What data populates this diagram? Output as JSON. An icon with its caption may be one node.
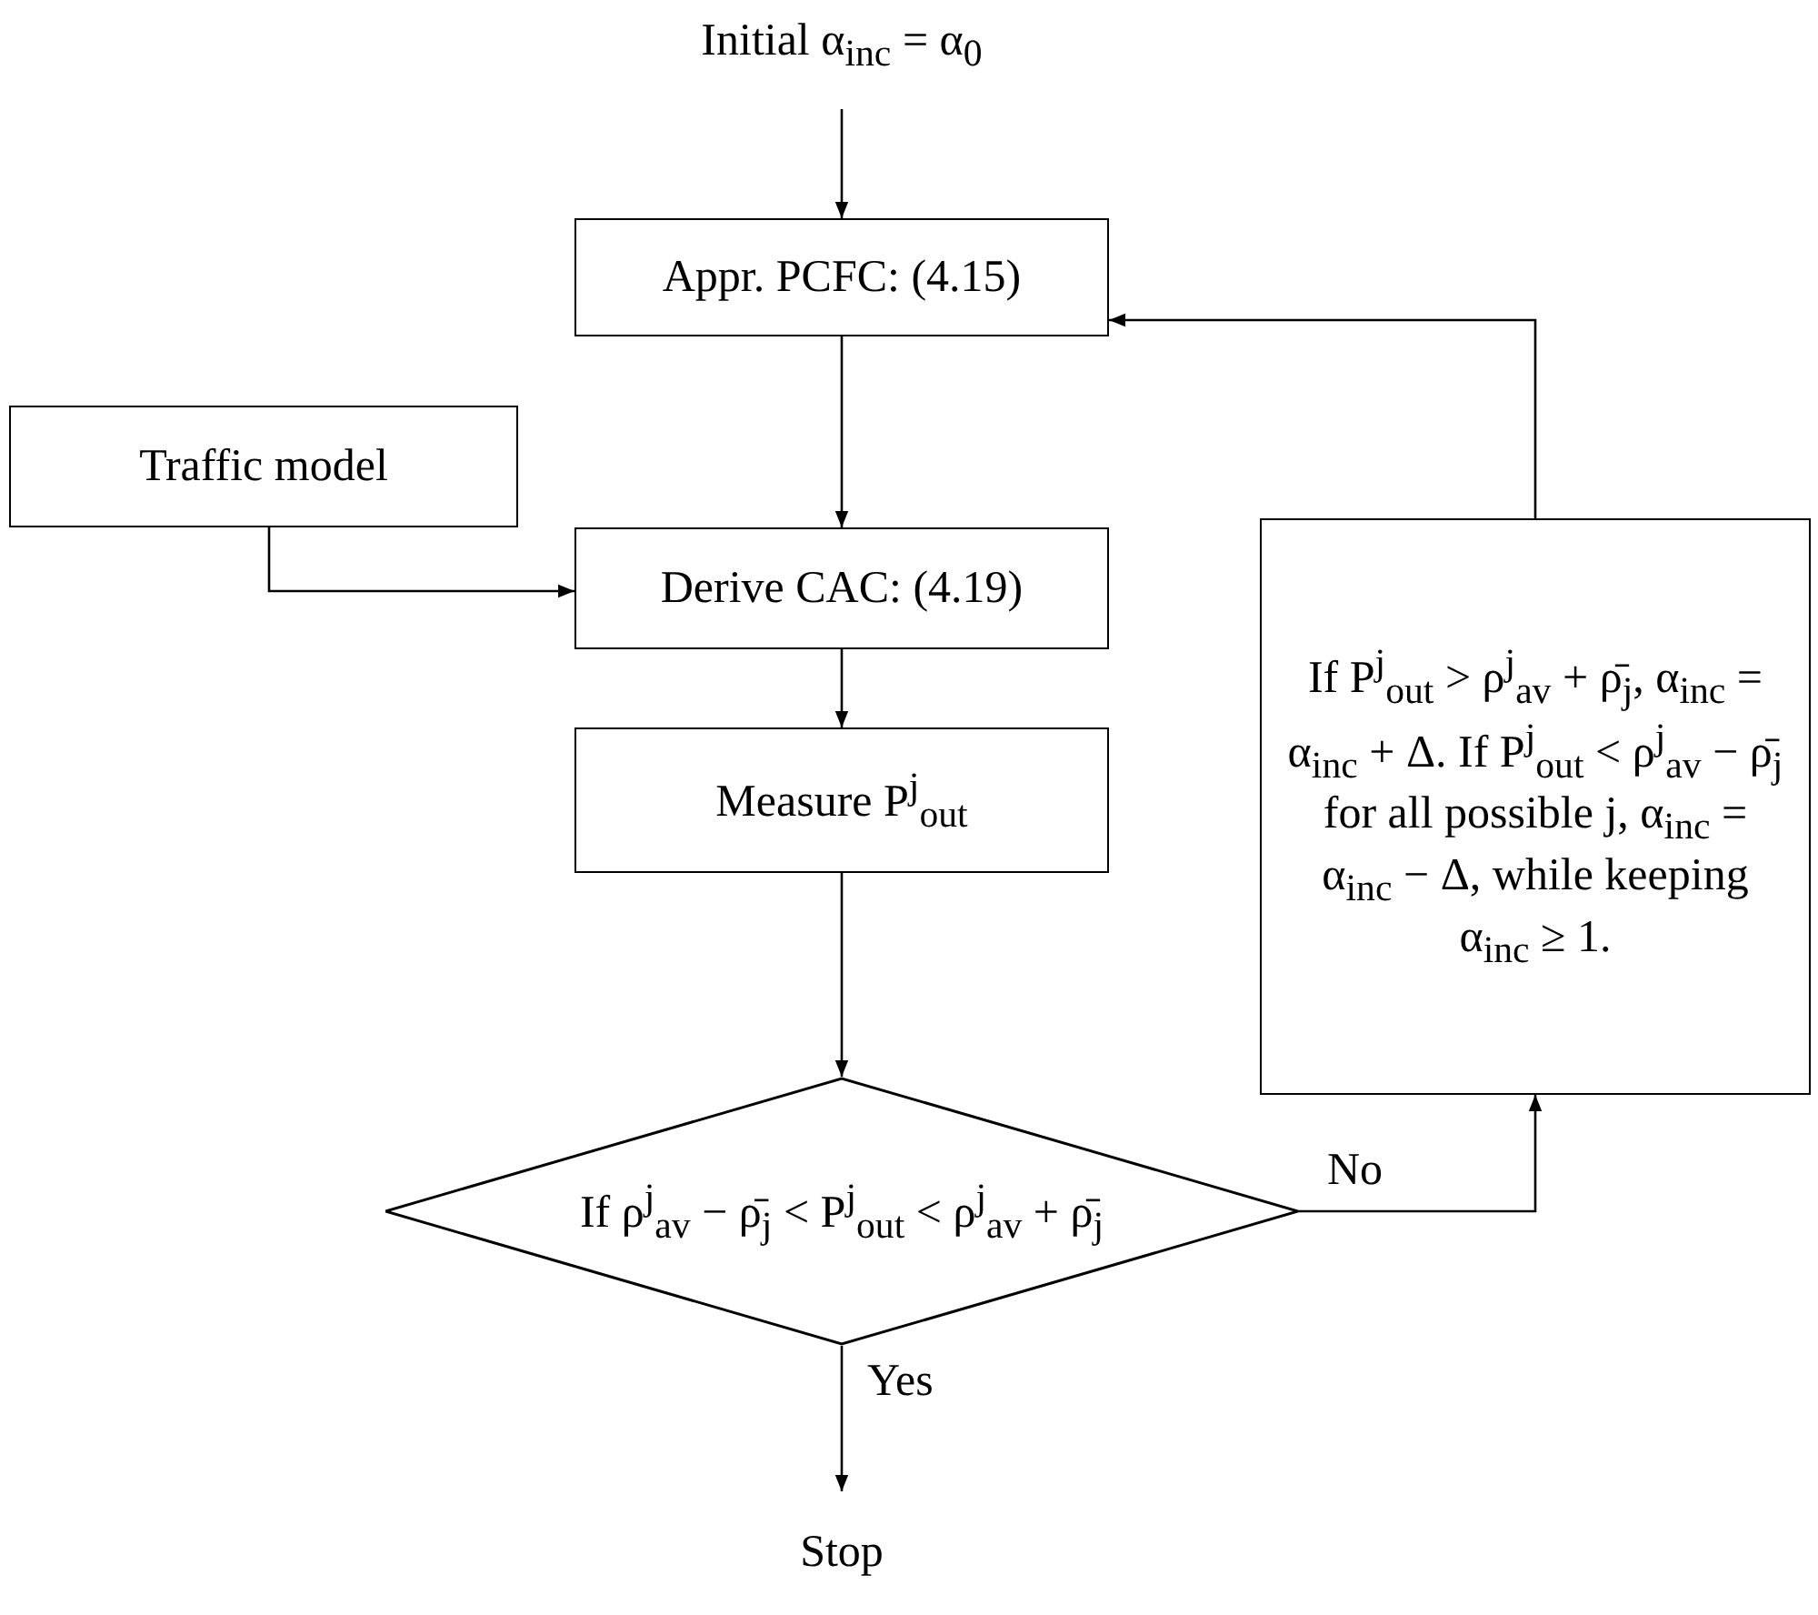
{
  "diagram": {
    "nodes": [
      {
        "text": [
          "Initial α$_{inc}$ = α$_{0}$"
        ]
      },
      {
        "text": [
          "Appr. PCFC: (4.15)"
        ]
      },
      {
        "text": [
          "Traffic model"
        ]
      },
      {
        "text": [
          "Derive CAC: (4.19)"
        ]
      },
      {
        "text": [
          "Measure P$^{j}$$_{out}$"
        ]
      },
      {
        "text": [
          "If ρ$^{j}$$_{av}$ − ρ̄$_{j}$ < P$^{j}$$_{out}$ < ρ$^{j}$$_{av}$ + ρ̄$_{j}$"
        ]
      },
      {
        "text": [
          "If P$^{j}$$_{out}$ > ρ$^{j}$$_{av}$ + ρ̄$_{j}$, α$_{inc}$ = α$_{inc}$ + Δ. If P$^{j}$$_{out}$ < ρ$^{j}$$_{av}$ − ρ̄$_{j}$ for all possible j, α$_{inc}$ = α$_{inc}$ − Δ, while keeping α$_{inc}$ ≥ 1."
        ]
      },
      {
        "text": [
          "Stop"
        ]
      }
    ],
    "edges": [
      {
        "from": 0,
        "to": 1,
        "arrow": "to"
      },
      {
        "from": 1,
        "to": 3,
        "arrow": "to"
      },
      {
        "from": 2,
        "to": 3,
        "arrow": "to"
      },
      {
        "from": 3,
        "to": 4,
        "arrow": "to"
      },
      {
        "from": 4,
        "to": 5,
        "arrow": "to"
      },
      {
        "from": 5,
        "to": 6,
        "arrow": "to",
        "label": "No"
      },
      {
        "from": 6,
        "to": 1,
        "arrow": "to"
      },
      {
        "from": 5,
        "to": 7,
        "arrow": "to",
        "label": "Yes"
      }
    ]
  }
}
